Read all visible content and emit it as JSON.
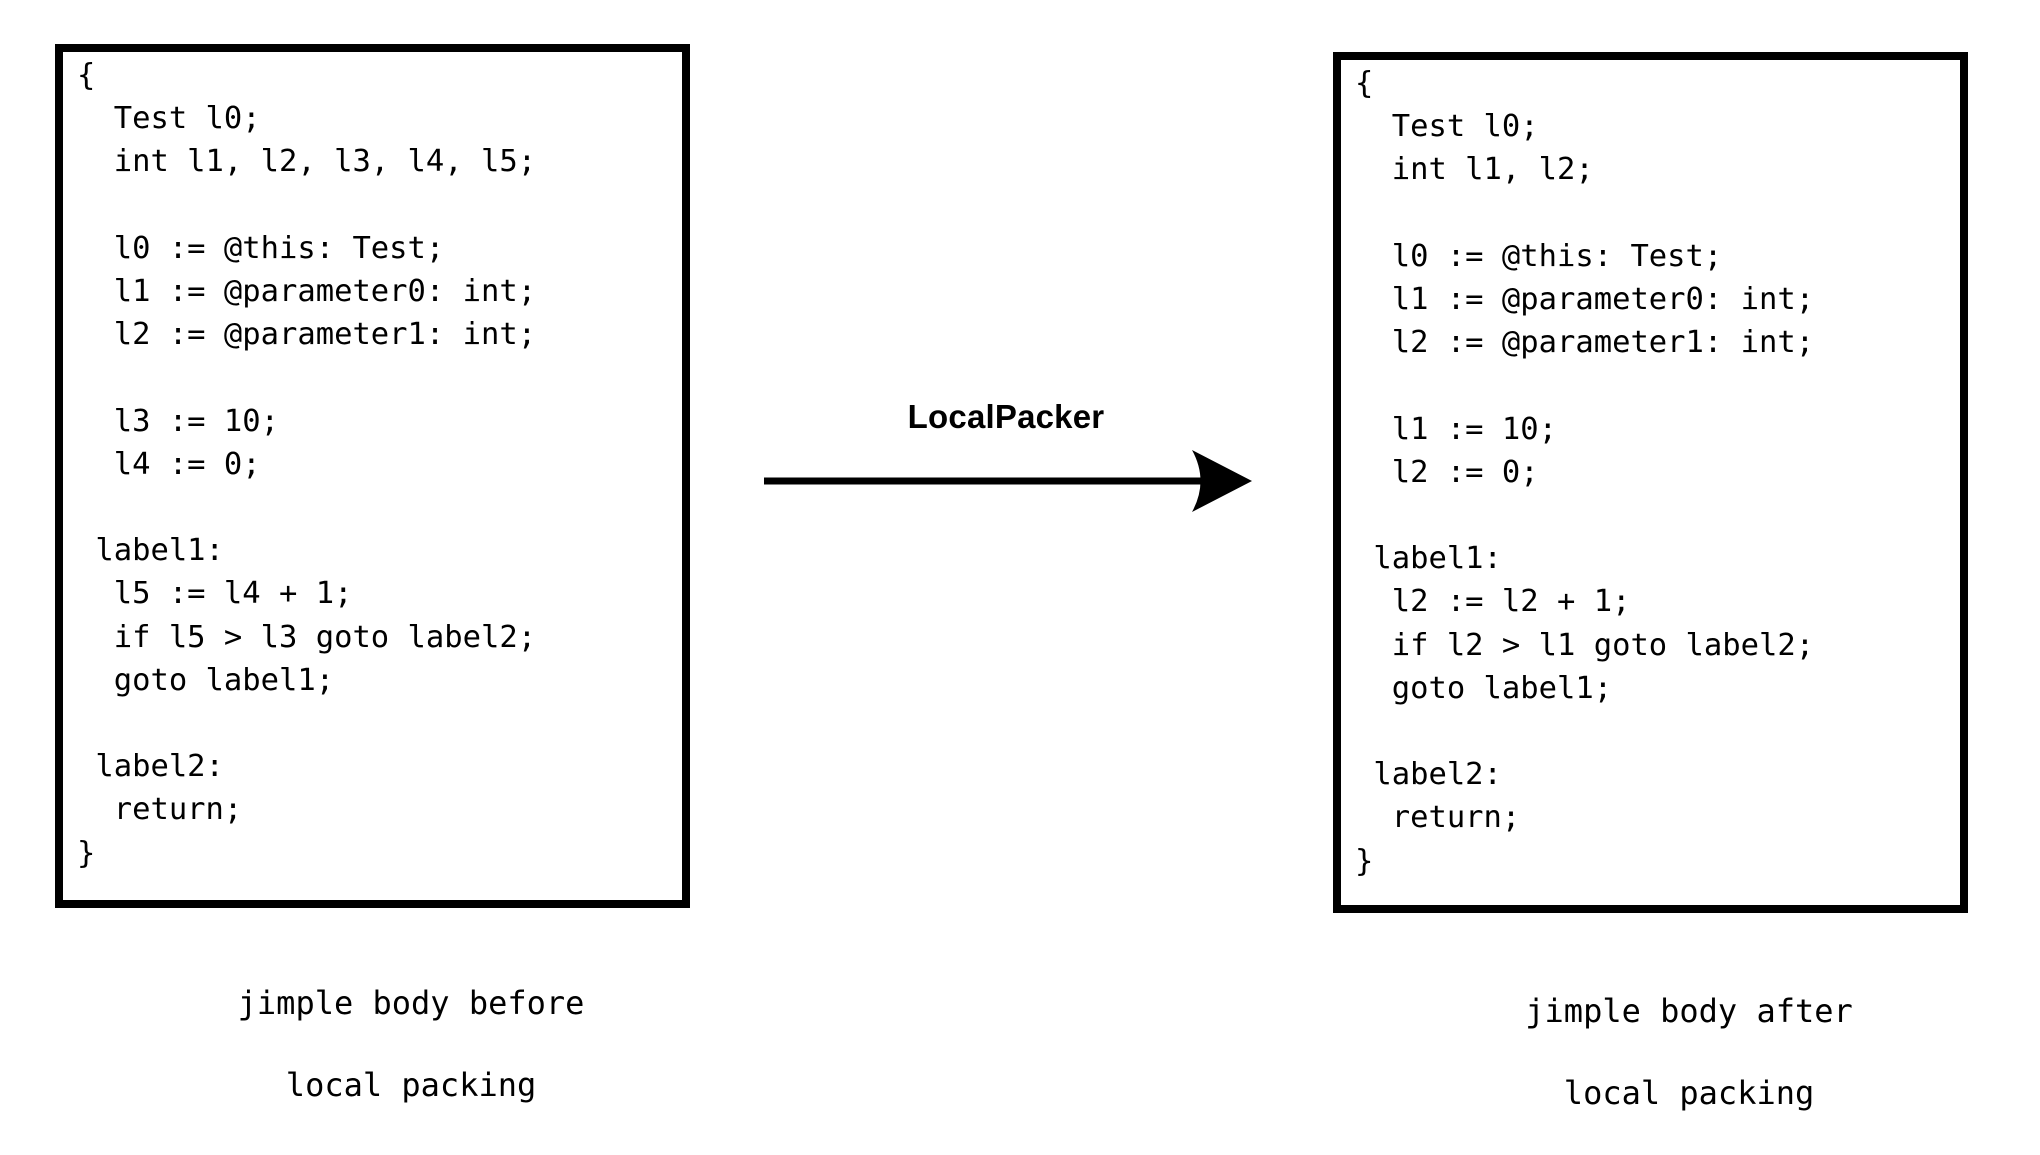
{
  "figure": {
    "kind": "before-after-transformation-diagram",
    "background_color": "#ffffff",
    "ink_color": "#000000"
  },
  "left_panel": {
    "name": "jimple body before local packing",
    "border_color": "#000000",
    "background_color": "#ffffff",
    "code": "{\n  Test l0;\n  int l1, l2, l3, l4, l5;\n\n  l0 := @this: Test;\n  l1 := @parameter0: int;\n  l2 := @parameter1: int;\n\n  l3 := 10;\n  l4 := 0;\n\n label1:\n  l5 := l4 + 1;\n  if l5 > l3 goto label2;\n  goto label1;\n\n label2:\n  return;\n}",
    "lines": [
      "{",
      "  Test l0;",
      "  int l1, l2, l3, l4, l5;",
      "",
      "  l0 := @this: Test;",
      "  l1 := @parameter0: int;",
      "  l2 := @parameter1: int;",
      "",
      "  l3 := 10;",
      "  l4 := 0;",
      "",
      " label1:",
      "  l5 := l4 + 1;",
      "  if l5 > l3 goto label2;",
      "  goto label1;",
      "",
      " label2:",
      "  return;",
      "}"
    ],
    "caption": "jimple body before\nlocal packing",
    "caption_line1": "jimple body before",
    "caption_line2": "local packing"
  },
  "right_panel": {
    "name": "jimple body after local packing",
    "border_color": "#000000",
    "background_color": "#ffffff",
    "code": "{\n  Test l0;\n  int l1, l2;\n\n  l0 := @this: Test;\n  l1 := @parameter0: int;\n  l2 := @parameter1: int;\n\n  l1 := 10;\n  l2 := 0;\n\n label1:\n  l2 := l2 + 1;\n  if l2 > l1 goto label2;\n  goto label1;\n\n label2:\n  return;\n}",
    "lines": [
      "{",
      "  Test l0;",
      "  int l1, l2;",
      "",
      "  l0 := @this: Test;",
      "  l1 := @parameter0: int;",
      "  l2 := @parameter1: int;",
      "",
      "  l1 := 10;",
      "  l2 := 0;",
      "",
      " label1:",
      "  l2 := l2 + 1;",
      "  if l2 > l1 goto label2;",
      "  goto label1;",
      "",
      " label2:",
      "  return;",
      "}"
    ],
    "caption": "jimple body after\nlocal packing",
    "caption_line1": "jimple body after",
    "caption_line2": "local packing"
  },
  "transform": {
    "label": "LocalPacker",
    "arrow_direction": "right",
    "arrow_color": "#000000"
  }
}
